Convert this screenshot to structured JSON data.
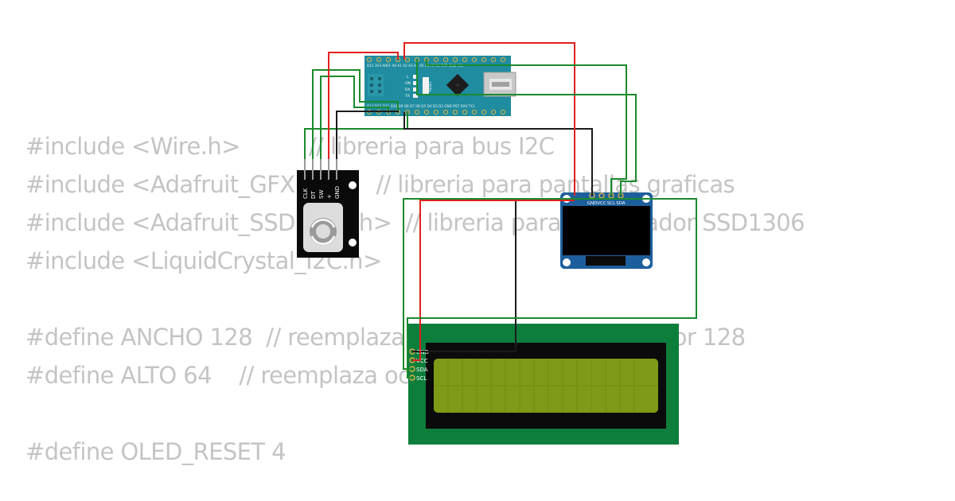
{
  "code_lines": [
    "#include <Wire.h>          // libreria para bus I2C",
    "#include <Adafruit_GFX.h>      // libreria para pantallas graficas",
    "#include <Adafruit_SSD1306.h>  // libreria para controlador SSD1306",
    "#include <LiquidCrystal_I2C.h>",
    "",
    "#define ANCHO 128  // reemplaza ocurrencia de ANCHO por 128",
    "#define ALTO 64    // reemplaza ocurrencia de ALTO por 64",
    "",
    "#define OLED_RESET 4"
  ],
  "encoder": {
    "pins": [
      "CLK",
      "DT",
      "SW",
      "+",
      "GND"
    ]
  },
  "oled": {
    "pins": [
      "GND",
      "VCC",
      "SCL",
      "SDA"
    ]
  },
  "lcd": {
    "pins": [
      "GND",
      "VCC",
      "SDA",
      "SCL"
    ]
  },
  "nano": {
    "labels": {
      "led_l": "L",
      "led_on": "ON",
      "led_rx": "RX",
      "led_tx": "TX",
      "reset": "RESET",
      "top_pins": "D12 3V3 AREF A0  A1  A2  A3  A4  A5  A6  A7  5V  RST GND VIN",
      "bottom_pins": "D13 D12 D11 D10 D9  D8  D7  D6  D5  D4  D3  D2  GND RST RX0 TX1"
    }
  },
  "colors": {
    "wire_red": "#e0201d",
    "wire_green": "#1a8a2c",
    "wire_black": "#1b1b1b",
    "pcb_teal": "#1f8ca0",
    "pcb_oled": "#1d5f9c",
    "pcb_lcd": "#0e7e3c",
    "lcd_screen": "#7e9a16",
    "code_text": "#c4c4c4"
  }
}
